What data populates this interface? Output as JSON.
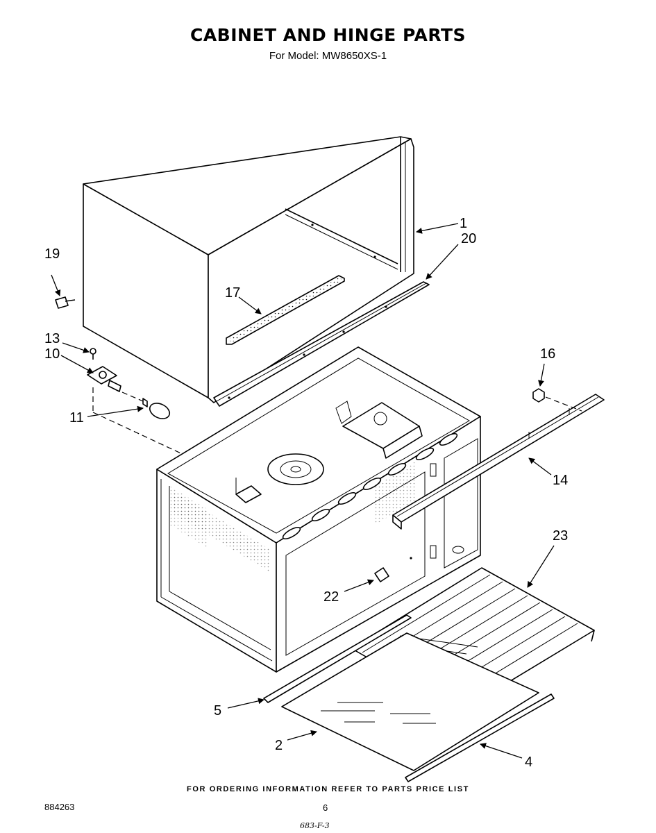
{
  "header": {
    "title": "CABINET AND HINGE PARTS",
    "subtitle": "For Model: MW8650XS-1"
  },
  "callouts": {
    "c1": "1",
    "c20": "20",
    "c19": "19",
    "c17": "17",
    "c13": "13",
    "c10": "10",
    "c11": "11",
    "c16": "16",
    "c14": "14",
    "c23": "23",
    "c22": "22",
    "c5": "5",
    "c2": "2",
    "c4": "4"
  },
  "footer": {
    "ordering_note": "FOR ORDERING INFORMATION REFER TO PARTS PRICE LIST",
    "doc_number": "884263",
    "page_number": "6",
    "handwritten_note": "683-F-3"
  }
}
